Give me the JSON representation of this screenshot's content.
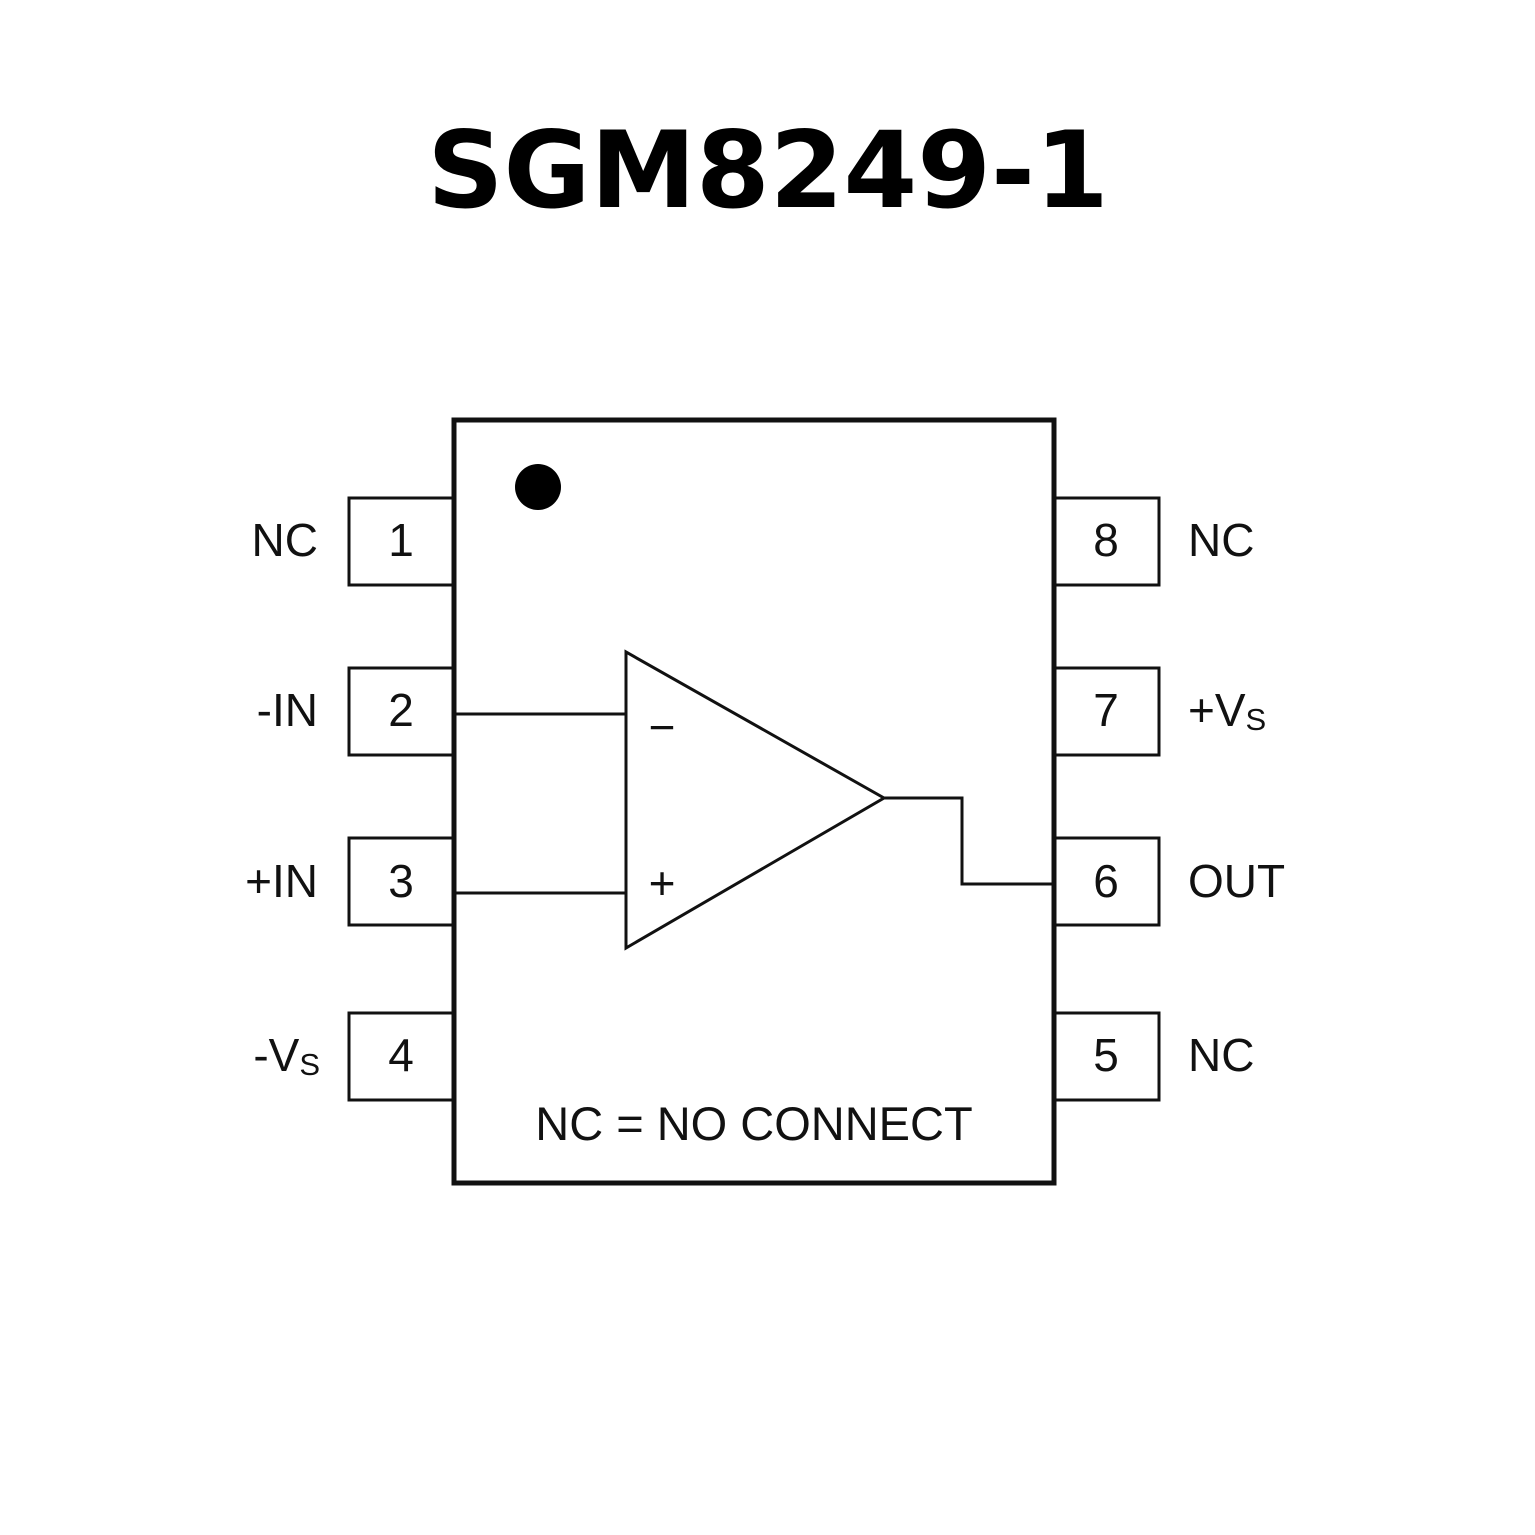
{
  "title": "SGM8249-1",
  "note": "NC = NO CONNECT",
  "pins": [
    {
      "number": "1",
      "name": "NC",
      "sub": ""
    },
    {
      "number": "2",
      "name": "-IN",
      "sub": ""
    },
    {
      "number": "3",
      "name": "+IN",
      "sub": ""
    },
    {
      "number": "4",
      "name": "-V",
      "sub": "S"
    },
    {
      "number": "5",
      "name": "NC",
      "sub": ""
    },
    {
      "number": "6",
      "name": "OUT",
      "sub": ""
    },
    {
      "number": "7",
      "name": "+V",
      "sub": "S"
    },
    {
      "number": "8",
      "name": "NC",
      "sub": ""
    }
  ],
  "opamp": {
    "inverting_sign": "−",
    "noninverting_sign": "+"
  }
}
